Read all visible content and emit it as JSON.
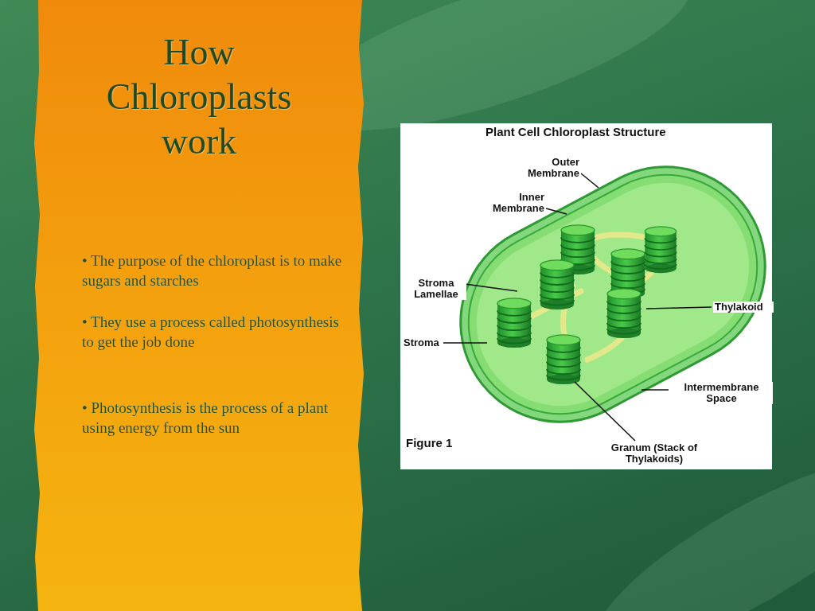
{
  "diagram": {
    "title": "How Chloroplasts work",
    "nodes": [
      {
        "text": [
          "• The purpose of the chloroplast is to make sugars and starches",
          "• They use a process called photosynthesis to get the job done",
          "• Photosynthesis is the process of a plant using energy from the sun"
        ]
      },
      {
        "text": [
          "Plant Cell Chloroplast Structure",
          "Figure 1"
        ]
      }
    ],
    "labels": [
      "Outer Membrane",
      "Inner Membrane",
      "Stroma Lamellae",
      "Stroma",
      "Thylakoid",
      "Intermembrane Space",
      "Granum (Stack of Thylakoids)"
    ]
  }
}
